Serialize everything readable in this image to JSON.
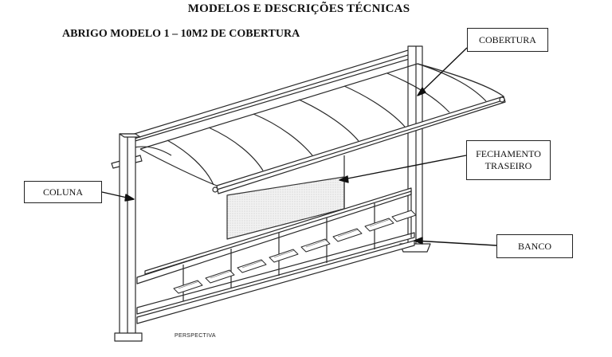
{
  "header": {
    "title": "MODELOS E DESCRIÇÕES TÉCNICAS",
    "subtitle": "ABRIGO MODELO 1 – 10M2 DE COBERTURA"
  },
  "callouts": {
    "cobertura": "COBERTURA",
    "fechamento_line1": "FECHAMENTO",
    "fechamento_line2": "TRASEIRO",
    "coluna": "COLUNA",
    "banco": "BANCO"
  },
  "footer": {
    "view_label": "PERSPECTIVA"
  }
}
